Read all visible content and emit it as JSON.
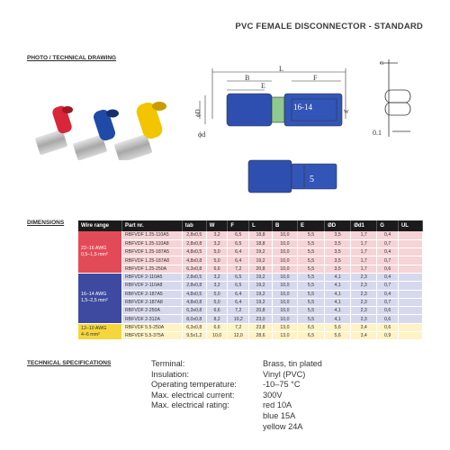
{
  "title": "PVC FEMALE DISCONNECTOR - STANDARD",
  "sections": {
    "photo": "PHOTO / TECHNICAL DRAWING",
    "dimensions": "DIMENSIONS",
    "tech": "TECHNICAL SPECIFICATIONS"
  },
  "drawing_labels": {
    "L": "L",
    "B": "B",
    "E": "E",
    "F": "F",
    "phiD": "ϕD",
    "phid": "ϕd",
    "dim_16_14": "16-14",
    "W": "W",
    "dim_5": "5",
    "G": "G",
    "dim_01": "0.1"
  },
  "colors": {
    "red": "#e34a57",
    "blue": "#3d4aa0",
    "yellow": "#f5d63d",
    "header": "#1b1b1b"
  },
  "table": {
    "headers": [
      "Wire range",
      "Part nr.",
      "tab",
      "W",
      "F",
      "L",
      "B",
      "E",
      "ØD",
      "Ød1",
      "G",
      "UL"
    ],
    "groups": [
      {
        "color": "red",
        "wire_range_line1": "22–16 AWG",
        "wire_range_line2": "0,5–1,5 mm²",
        "rows": [
          [
            "RBFVDF 1.25-110A5",
            "2,8x0,5",
            "3,2",
            "6,5",
            "18,8",
            "10,0",
            "5,5",
            "3,5",
            "1,7",
            "0,4",
            ""
          ],
          [
            "RBFVDF 1.25-110A8",
            "2,8x0,8",
            "3,2",
            "6,5",
            "18,8",
            "10,0",
            "5,5",
            "3,5",
            "1,7",
            "0,7",
            ""
          ],
          [
            "RBFVDF 1.25-187A5",
            "4,8x0,5",
            "5,0",
            "6,4",
            "19,2",
            "10,0",
            "5,5",
            "3,5",
            "1,7",
            "0,4",
            ""
          ],
          [
            "RBFVDF 1.25-187A8",
            "4,8x0,8",
            "5,0",
            "6,4",
            "19,2",
            "10,0",
            "5,5",
            "3,5",
            "1,7",
            "0,7",
            ""
          ],
          [
            "RBFVDF 1.25-250A",
            "6,3x0,8",
            "6,6",
            "7,2",
            "20,8",
            "10,0",
            "5,5",
            "3,5",
            "1,7",
            "0,6",
            ""
          ]
        ]
      },
      {
        "color": "blue",
        "wire_range_line1": "16–14 AWG",
        "wire_range_line2": "1,5–2,5 mm²",
        "rows": [
          [
            "RBFVDF 2-110A5",
            "2,8x0,5",
            "3,2",
            "6,5",
            "19,2",
            "10,0",
            "5,5",
            "4,1",
            "2,3",
            "0,4",
            ""
          ],
          [
            "RBFVDF 2-110A8",
            "2,8x0,8",
            "3,2",
            "6,5",
            "19,2",
            "10,0",
            "5,5",
            "4,1",
            "2,3",
            "0,7",
            ""
          ],
          [
            "RBFVDF 2-187A5",
            "4,8x0,5",
            "5,0",
            "6,4",
            "19,2",
            "10,0",
            "5,5",
            "4,1",
            "2,3",
            "0,4",
            ""
          ],
          [
            "RBFVDF 2-187A8",
            "4,8x0,8",
            "5,0",
            "6,4",
            "19,2",
            "10,0",
            "5,5",
            "4,1",
            "2,3",
            "0,7",
            ""
          ],
          [
            "RBFVDF 2-250A",
            "6,3x0,8",
            "6,6",
            "7,2",
            "20,8",
            "10,0",
            "5,5",
            "4,1",
            "2,3",
            "0,6",
            ""
          ],
          [
            "RBFVDF 2-312A",
            "8,0x0,8",
            "8,2",
            "10,2",
            "23,0",
            "10,0",
            "5,5",
            "4,1",
            "2,3",
            "0,6",
            ""
          ]
        ]
      },
      {
        "color": "yellow",
        "wire_range_line1": "12–10 AWG",
        "wire_range_line2": "4–6 mm²",
        "rows": [
          [
            "RBFVDF 5.5-250A",
            "6,3x0,8",
            "6,6",
            "7,2",
            "23,8",
            "13,0",
            "6,5",
            "5,6",
            "3,4",
            "0,6",
            ""
          ],
          [
            "RBFVDF 5.5-375A",
            "9,5x1,2",
            "10,0",
            "12,0",
            "28,6",
            "13,0",
            "6,5",
            "5,6",
            "3,4",
            "0,9",
            ""
          ]
        ]
      }
    ]
  },
  "specs": [
    {
      "key": "Terminal:",
      "value": "Brass, tin plated"
    },
    {
      "key": "Insulation:",
      "value": "Vinyl (PVC)"
    },
    {
      "key": "Operating temperature:",
      "value": "-10–75 °C"
    },
    {
      "key": "Max. electrical current:",
      "value": "300V"
    },
    {
      "key": "Max. electrical rating:",
      "value": "red 10A"
    },
    {
      "key": "",
      "value": "blue 15A"
    },
    {
      "key": "",
      "value": "yellow 24A"
    }
  ]
}
